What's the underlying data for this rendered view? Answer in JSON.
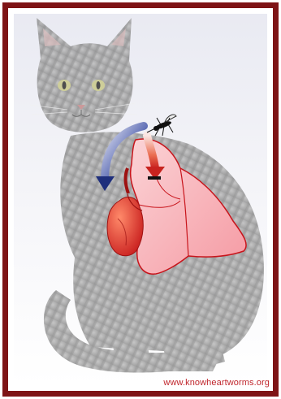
{
  "website": "www.knowheartworms.org",
  "icons": {
    "cat": "cat-illustration",
    "mosquito": "mosquito-icon",
    "lungs": "lungs-illustration",
    "heart": "heart-illustration",
    "inflow_arrow": "red-arrow",
    "outflow_arrow": "blue-arrow"
  },
  "colors": {
    "frame": "#7e1416",
    "lung": "#f5a9b0",
    "heart": "#e03a2a",
    "arrow_blue": "#2b3e8c",
    "arrow_red": "#d8312a",
    "url_text": "#c0262c"
  }
}
